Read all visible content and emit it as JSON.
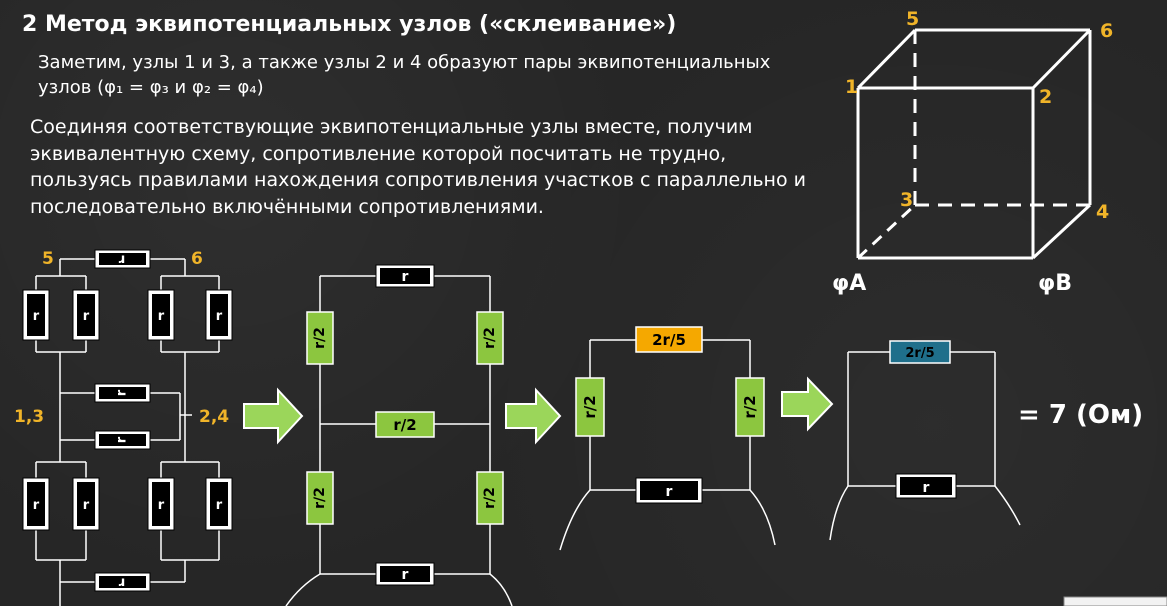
{
  "title": "2 Метод эквипотенциальных узлов («склеивание»)",
  "intro": "Заметим, узлы 1 и 3, а также узлы 2 и 4 образуют пары эквипотенциальных узлов (φ₁ = φ₃ и φ₂ = φ₄)",
  "body": "Соединяя соответствующие эквипотенциальные узлы вместе, получим эквивалентную схему, сопротивление которой посчитать не трудно, пользуясь правилами нахождения сопротивления участков с параллельно и последовательно включёнными сопротивлениями.",
  "cube": {
    "nodes": [
      "5",
      "6",
      "1",
      "2",
      "3",
      "4"
    ],
    "phi_a": "φA",
    "phi_b": "φB"
  },
  "circuit1": {
    "node_top_left": "5",
    "node_top_right": "6",
    "node_left": "1,3",
    "node_right": "2,4",
    "resistor_label": "r"
  },
  "circuit2": {
    "top": "r",
    "left_top": "r/2",
    "right_top": "r/2",
    "middle": "r/2",
    "left_bottom": "r/2",
    "right_bottom": "r/2",
    "bottom": "r"
  },
  "circuit3": {
    "top": "2r/5",
    "left": "r/2",
    "right": "r/2",
    "bottom": "r"
  },
  "circuit4": {
    "top": "2r/5",
    "bottom": "r"
  },
  "result": "= 7 (Ом)",
  "colors": {
    "background": "#262626",
    "node_label": "#f0b429",
    "green_resistor": "#8cc63f",
    "orange_resistor": "#f5a800",
    "teal_resistor": "#1f6f8b",
    "arrow": "#9bd65a"
  }
}
